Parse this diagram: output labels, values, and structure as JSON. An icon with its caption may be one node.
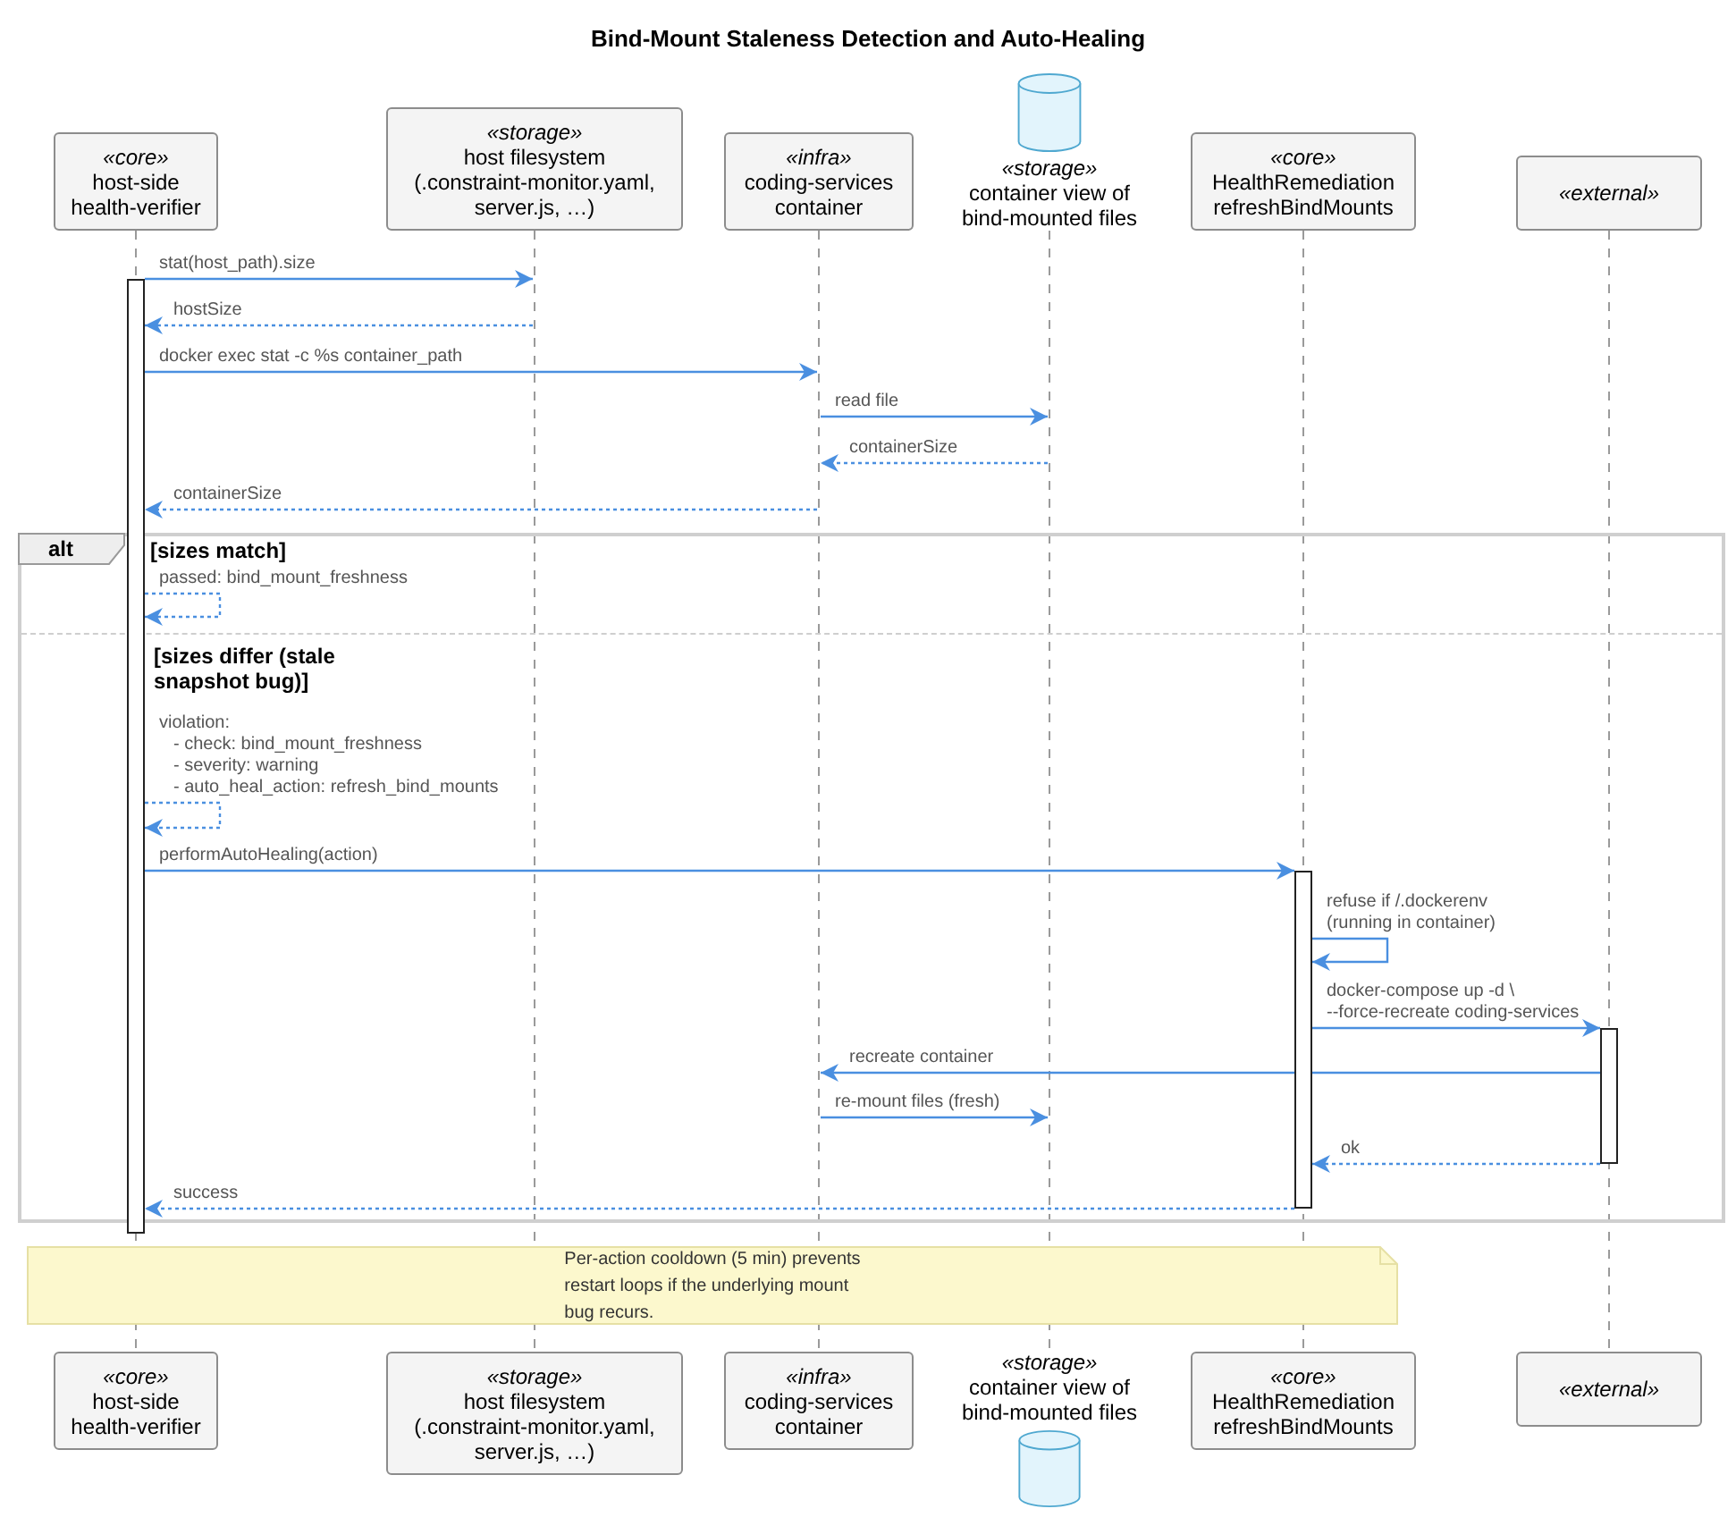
{
  "diagram": {
    "title": "Bind-Mount Staleness Detection and Auto-Healing",
    "nodes": [
      {
        "text": [
          "«core»",
          "host-side health-verifier"
        ]
      },
      {
        "text": [
          "«storage»",
          "host filesystem (.constraint-monitor.yaml, server.js, …)"
        ]
      },
      {
        "text": [
          "«infra»",
          "coding-services container"
        ]
      },
      {
        "text": [
          "«storage»",
          "container view of bind-mounted files"
        ]
      },
      {
        "text": [
          "«core»",
          "HealthRemediation refreshBindMounts"
        ]
      },
      {
        "text": [
          "«external»"
        ]
      },
      {
        "text": [],
        "shape": "line"
      },
      {
        "text": [],
        "shape": "line"
      },
      {
        "text": [],
        "shape": "line"
      },
      {
        "text": [],
        "shape": "line"
      },
      {
        "text": [],
        "shape": "line"
      },
      {
        "text": [],
        "shape": "line"
      },
      {
        "text": [],
        "shape": "bar"
      },
      {
        "text": [],
        "shape": "bar"
      },
      {
        "text": [],
        "shape": "bar"
      },
      {
        "text": [
          "Per-action cooldown (5 min) prevents restart loops if the underlying mount bug recurs."
        ]
      },
      {
        "text": [
          "«core»",
          "host-side health-verifier"
        ]
      },
      {
        "text": [
          "«storage»",
          "host filesystem (.constraint-monitor.yaml, server.js, …)"
        ]
      },
      {
        "text": [
          "«infra»",
          "coding-services container"
        ]
      },
      {
        "text": [
          "«storage»",
          "container view of bind-mounted files"
        ]
      },
      {
        "text": [
          "«core»",
          "HealthRemediation refreshBindMounts"
        ]
      },
      {
        "text": [
          "«external»"
        ]
      }
    ],
    "edges": [
      {
        "from": 12,
        "to": 7,
        "arrow": "to",
        "label": "stat(host_path).size"
      },
      {
        "from": 7,
        "to": 12,
        "arrow": "to",
        "label": "hostSize",
        "style": "dashed"
      },
      {
        "from": 12,
        "to": 8,
        "arrow": "to",
        "label": "docker exec stat -c %s container_path"
      },
      {
        "from": 8,
        "to": 9,
        "arrow": "to",
        "label": "read file"
      },
      {
        "from": 9,
        "to": 8,
        "arrow": "to",
        "label": "containerSize",
        "style": "dashed"
      },
      {
        "from": 8,
        "to": 12,
        "arrow": "to",
        "label": "containerSize",
        "style": "dashed"
      },
      {
        "from": 12,
        "to": 12,
        "arrow": "to",
        "label": "passed: bind_mount_freshness",
        "style": "dashed"
      },
      {
        "from": 12,
        "to": 12,
        "arrow": "to",
        "label": "violation: - check: bind_mount_freshness - severity: warning - auto_heal_action: refresh_bind_mounts",
        "style": "dashed"
      },
      {
        "from": 12,
        "to": 13,
        "arrow": "to",
        "label": "performAutoHealing(action)"
      },
      {
        "from": 13,
        "to": 13,
        "arrow": "to",
        "label": "refuse if /.dockerenv (running in container)"
      },
      {
        "from": 13,
        "to": 14,
        "arrow": "to",
        "label": "docker-compose up -d \\ --force-recreate coding-services"
      },
      {
        "from": 14,
        "to": 8,
        "arrow": "to",
        "label": "recreate container"
      },
      {
        "from": 8,
        "to": 9,
        "arrow": "to",
        "label": "re-mount files (fresh)"
      },
      {
        "from": 14,
        "to": 13,
        "arrow": "to",
        "label": "ok",
        "style": "dashed"
      },
      {
        "from": 13,
        "to": 12,
        "arrow": "to",
        "label": "success",
        "style": "dashed"
      }
    ],
    "labels": [
      "alt",
      "[sizes match]",
      "[sizes differ (stale snapshot bug)]"
    ]
  }
}
